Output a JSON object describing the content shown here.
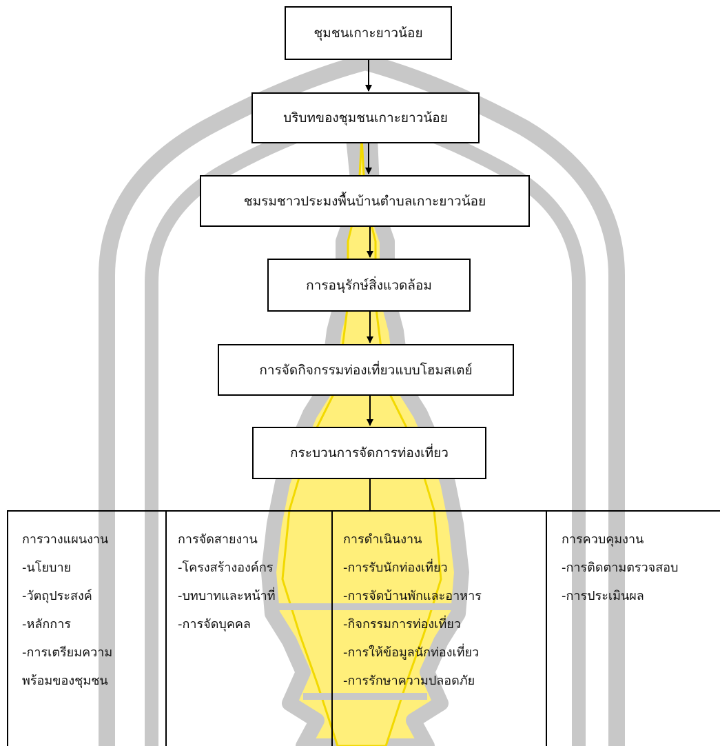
{
  "colors": {
    "line": "#000000",
    "watermark_gray": "#c8c8c8",
    "watermark_yellow": "#ffef7a",
    "watermark_yellow_edge": "#f2d900"
  },
  "watermark": {
    "icon": "university-emblem-watermark"
  },
  "flow": {
    "step1": "ชุมชนเกาะยาวน้อย",
    "step2": "บริบทของชุมชนเกาะยาวน้อย",
    "step3": "ชมรมชาวประมงพื้นบ้านตำบลเกาะยาวน้อย",
    "step4": "การอนุรักษ์สิ่งแวดล้อม",
    "step5": "การจัดกิจกรรมท่องเที่ยวแบบโฮมสเตย์",
    "step6": "กระบวนการจัดการท่องเที่ยว"
  },
  "columns": [
    {
      "title": "การวางแผนงาน",
      "items": [
        "-นโยบาย",
        "-วัตถุประสงค์",
        "-หลักการ",
        "-การเตรียมความ",
        "พร้อมของชุมชน"
      ]
    },
    {
      "title": "การจัดสายงาน",
      "items": [
        "-โครงสร้างองค์กร",
        "-บทบาทและหน้าที่",
        "-การจัดบุคคล"
      ]
    },
    {
      "title": "การดำเนินงาน",
      "items": [
        "-การรับนักท่องเที่ยว",
        "-การจัดบ้านพักและอาหาร",
        "-กิจกรรมการท่องเที่ยว",
        "-การให้ข้อมูลนักท่องเที่ยว",
        "-การรักษาความปลอดภัย"
      ]
    },
    {
      "title": "การควบคุมงาน",
      "items": [
        "-การติดตามตรวจสอบ",
        "-การประเมินผล"
      ]
    }
  ]
}
